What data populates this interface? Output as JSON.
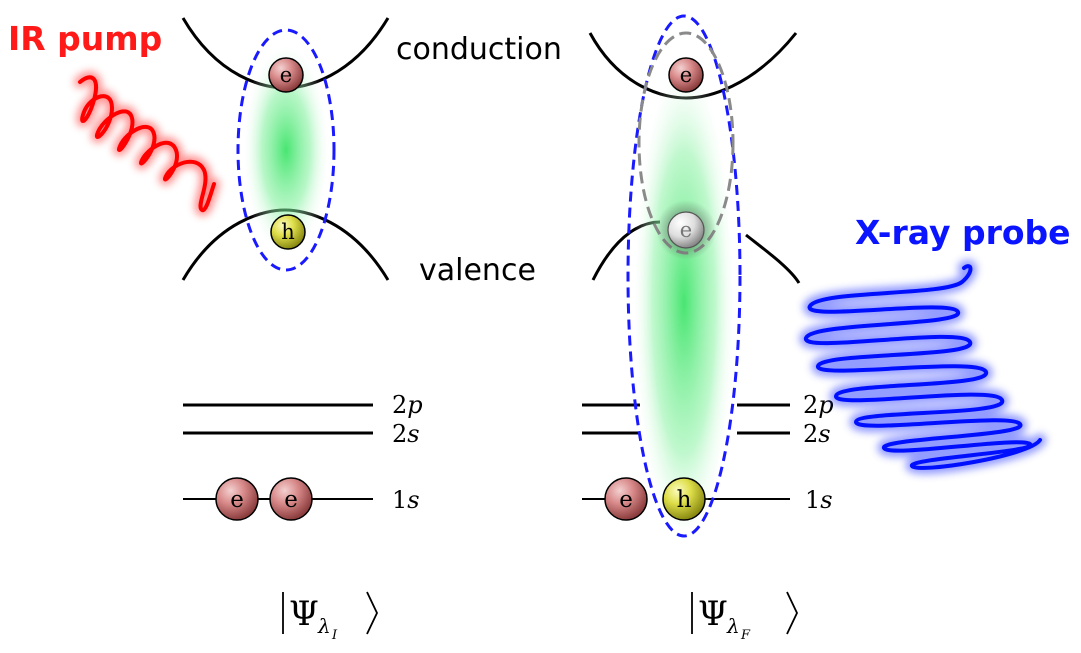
{
  "labels": {
    "ir_pump": "IR pump",
    "xray_probe": "X-ray probe",
    "conduction": "conduction",
    "valence": "valence",
    "level_2p": "2p",
    "level_2s": "2s",
    "level_1s": "1s",
    "state_initial_main": "Ψ",
    "state_initial_sub": "λ",
    "state_initial_subsub": "I",
    "state_final_main": "Ψ",
    "state_final_sub": "λ",
    "state_final_subsub": "F",
    "electron": "e",
    "hole": "h"
  },
  "colors": {
    "ir": "#ff1a1a",
    "xray": "#0a14ff",
    "exciton_outline": "#1a1aff",
    "virtual_outline": "#8a8a8a",
    "electron": "#c96a6a",
    "hole": "#d6d63a",
    "glow": "#3fe46a",
    "line": "#000000"
  },
  "icons": [
    "ir-pump-wave-icon",
    "xray-probe-wave-icon",
    "electron-icon",
    "hole-icon"
  ]
}
